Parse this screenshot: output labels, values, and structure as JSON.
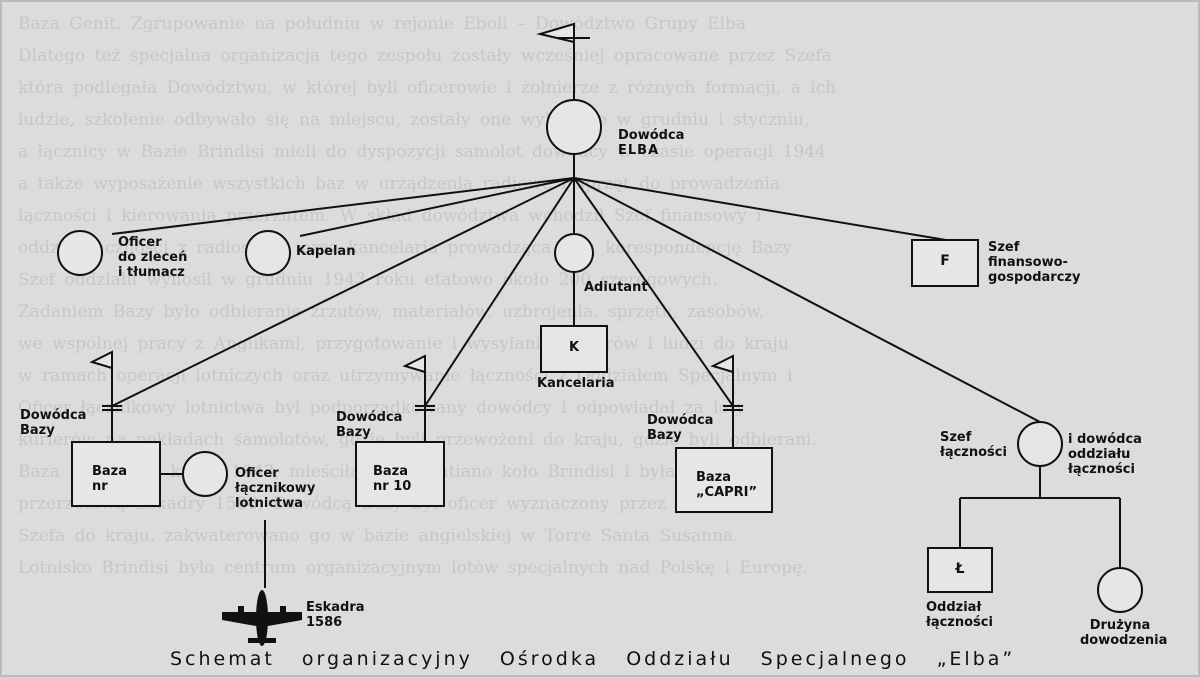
{
  "background_text": [
    "Baza Genit. Zgrupowanie na południu w rejonie Eboli – Dowództwo Grupy Elba",
    "Dlatego też specjalna organizacja tego zespołu zostały wcześniej opracowane przez Szefa",
    "która podlegała Dowództwu, w której byli oficerowie i żołnierze z różnych formacji, a ich",
    "ludzie, szkolenie odbywało się na miejscu, zostały one wykonane w grudniu i styczniu,",
    "a łącznicy w Bazie Brindisi mieli do dyspozycji samolot dowódcy w czasie operacji 1944",
    "a także wyposażenie wszystkich baz w urządzenia radiowe i sprzęt do prowadzenia",
    "łączności i kierowania przerzutem. W skład dowództwa wchodził Szef finansowy i",
    "oddział łączności z radiostacją oraz kancelaria prowadząca całą korespondencję Bazy",
    "Szef oddziału wynosił w grudniu 1943 roku etatowo około 200 szeregowych.",
    "Zadaniem Bazy było odbieranie zrzutów, materiałów, uzbrojenia, sprzętu, zasobów,",
    "we wspólnej pracy z Anglikami, przygotowanie i wysyłanie kurierów i ludzi do kraju",
    "w ramach operacji lotniczych oraz utrzymywanie łączności z Oddziałem Specjalnym i",
    "Oficer łącznikowy lotnictwa był podporządkowany dowódcy i odpowiadał za loty",
    "kurierów na pokładach samolotów, gdzie byli przewożeni do kraju, gdzie byli odbierani.",
    "Baza No 10, od końca 1943, mieściła się w Latiano koło Brindisi i była bazą",
    "przerzutową Eskadry 1586, Dowódcą Bazy był oficer wyznaczony przez Oddział",
    "Szefa do kraju, zakwaterowano go w bazie angielskiej w Torre Santa Susanna.",
    "Lotnisko Brindisi było centrum organizacyjnym lotów specjalnych nad Polskę i Europę."
  ],
  "nodes": {
    "commander": {
      "lines": [
        "Dowódca",
        "ELBA"
      ]
    },
    "officer_orders": {
      "lines": [
        "Oficer",
        "do zleceń",
        "i tłumacz"
      ]
    },
    "chaplain": {
      "label": "Kapelan"
    },
    "adjutant": {
      "label": "Adiutant"
    },
    "chancellery": {
      "letter": "K",
      "label": "Kancelaria"
    },
    "finance": {
      "letter": "F",
      "lines": [
        "Szef",
        "finansowo-",
        "gospodarczy"
      ]
    },
    "base_commander_1": {
      "lines": [
        "Dowódca",
        "Bazy"
      ]
    },
    "base_commander_2": {
      "lines": [
        "Dowódca",
        "Bazy"
      ]
    },
    "base_commander_3": {
      "lines": [
        "Dowódca",
        "Bazy"
      ]
    },
    "base_1": {
      "lines": [
        "Baza",
        "nr"
      ]
    },
    "base_10": {
      "lines": [
        "Baza",
        "nr 10"
      ]
    },
    "base_capri": {
      "lines": [
        "Baza",
        "„CAPRI”"
      ]
    },
    "air_liaison": {
      "lines": [
        "Oficer",
        "łącznikowy",
        "lotnictwa"
      ]
    },
    "squadron": {
      "lines": [
        "Eskadra",
        "1586"
      ]
    },
    "comms_chief": {
      "lines": [
        "Szef",
        "łączności"
      ]
    },
    "comms_commander": {
      "lines": [
        "i dowódca",
        "oddziału",
        "łączności"
      ]
    },
    "comms_unit": {
      "letter": "Ł",
      "lines": [
        "Oddział",
        "łączności"
      ]
    },
    "command_team": {
      "lines": [
        "Drużyna",
        "dowodzenia"
      ]
    }
  },
  "caption": "Schemat organizacyjny Ośrodka Oddziału Specjalnego „Elba”",
  "colors": {
    "ink": "#111111",
    "background": "#dcdcdc",
    "faint_text": "#c6c6c6",
    "node_fill": "#e6e6e6"
  },
  "icons": {
    "pennant": "pennant-flag-icon",
    "aircraft": "aircraft-icon"
  }
}
